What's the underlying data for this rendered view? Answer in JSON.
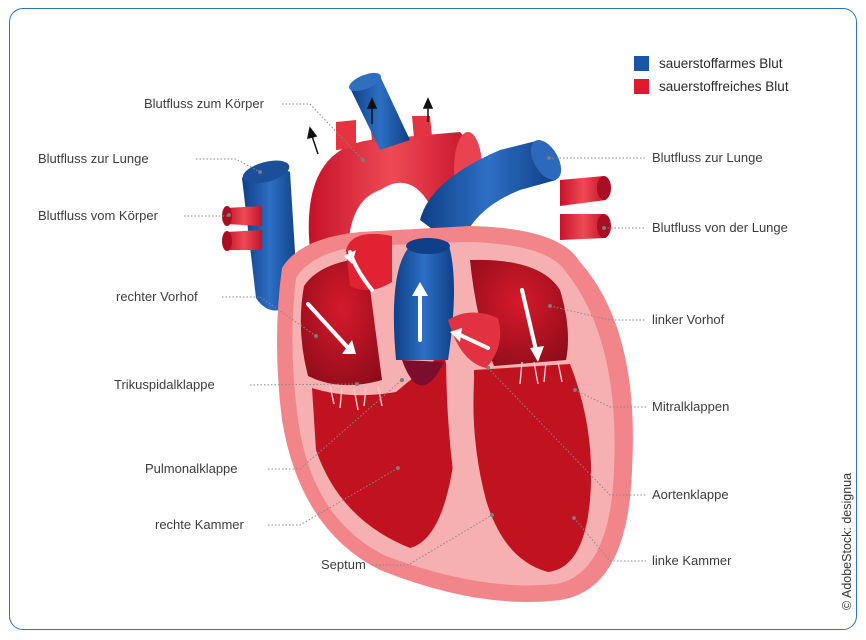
{
  "legend": [
    {
      "label": "sauerstoffarmes Blut",
      "color": "#1a56a6"
    },
    {
      "label": "sauerstoffreiches Blut",
      "color": "#e3182d"
    }
  ],
  "labels": {
    "blutfluss_koerper": "Blutfluss zum Körper",
    "blutfluss_lunge_links": "Blutfluss zur Lunge",
    "blutfluss_vom_koerper": "Blutfluss vom Körper",
    "rechter_vorhof": "rechter Vorhof",
    "trikuspidalklappe": "Trikuspidalklappe",
    "pulmonalklappe": "Pulmonalklappe",
    "rechte_kammer": "rechte Kammer",
    "septum": "Septum",
    "blutfluss_lunge_rechts": "Blutfluss zur Lunge",
    "blutfluss_von_lunge": "Blutfluss von der Lunge",
    "linker_vorhof": "linker Vorhof",
    "mitralklappen": "Mitralklappen",
    "aortenklappe": "Aortenklappe",
    "linke_kammer": "linke Kammer"
  },
  "credit": "© AdobeStock: designua",
  "colors": {
    "frame": "#2f72b8",
    "oxygen_poor": "#1a56a6",
    "oxygen_rich": "#e3182d",
    "tissue": "#f08a8f"
  }
}
